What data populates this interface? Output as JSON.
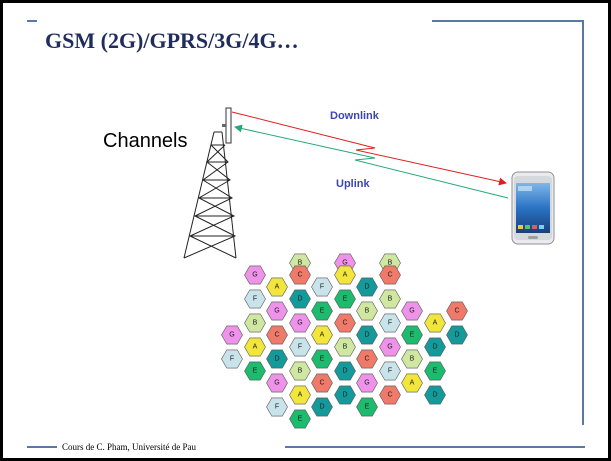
{
  "title": "GSM (2G)/GPRS/3G/4G…",
  "channels_label": "Channels",
  "downlink_label": "Downlink",
  "uplink_label": "Uplink",
  "footer": "Cours de C. Pham, Université de Pau",
  "colors": {
    "A": "#f2e53b",
    "B": "#cfe7a0",
    "C": "#ef7a6a",
    "D": "#149a9a",
    "E": "#1dbb6e",
    "F": "#c9e3ea",
    "G": "#ef92ea",
    "downlink": "#e02020",
    "uplink": "#27a77e",
    "frame": "#5a78a6"
  },
  "hex_rows": [
    {
      "row": 0,
      "labels": [
        "B",
        "G",
        "B"
      ]
    },
    {
      "row": 1,
      "labels": [
        "G",
        "C",
        "A",
        "C"
      ]
    },
    {
      "row": 2,
      "labels": [
        "A",
        "F",
        "D"
      ]
    },
    {
      "row": 3,
      "labels": [
        "F",
        "D",
        "E",
        "B"
      ]
    },
    {
      "row": 4,
      "labels": [
        "G",
        "E",
        "B",
        "G",
        "C"
      ]
    },
    {
      "row": 5,
      "labels": [
        "B",
        "G",
        "C",
        "F",
        "A"
      ]
    },
    {
      "row": 6,
      "labels": [
        "G",
        "C",
        "A",
        "D",
        "E",
        "D"
      ]
    },
    {
      "row": 7,
      "labels": [
        "A",
        "F",
        "B",
        "G",
        "D"
      ]
    },
    {
      "row": 8,
      "labels": [
        "F",
        "D",
        "E",
        "C",
        "B"
      ]
    },
    {
      "row": 9,
      "labels": [
        "E",
        "B",
        "D",
        "F",
        "E"
      ]
    },
    {
      "row": 10,
      "labels": [
        "G",
        "C",
        "G",
        "A"
      ]
    },
    {
      "row": 11,
      "labels": [
        "A",
        "D",
        "C",
        "D"
      ]
    },
    {
      "row": 12,
      "labels": [
        "F",
        "D",
        "E"
      ]
    },
    {
      "row": 13,
      "labels": [
        "E"
      ]
    }
  ]
}
